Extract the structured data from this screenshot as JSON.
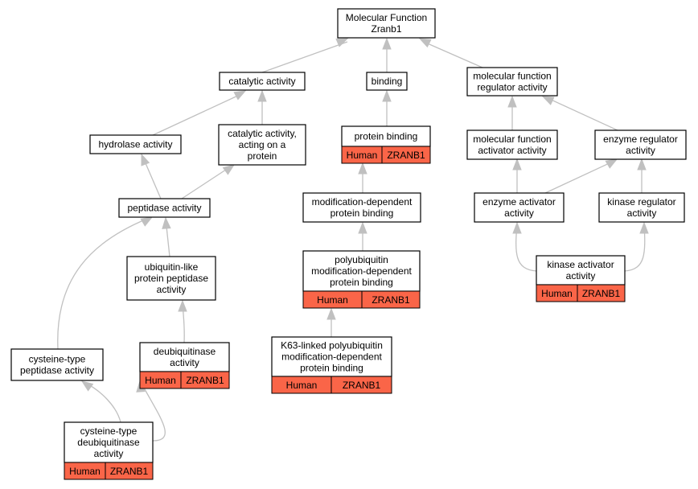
{
  "colors": {
    "annotation_fill": "#fa6548",
    "edge": "#c0c0c0",
    "node_border": "#000000",
    "node_fill": "#ffffff"
  },
  "nodes": [
    {
      "id": "mf-zranb1",
      "lines": [
        "Molecular Function",
        "Zranb1"
      ],
      "annotation": null
    },
    {
      "id": "catalytic-activity",
      "lines": [
        "catalytic activity"
      ],
      "annotation": null
    },
    {
      "id": "binding",
      "lines": [
        "binding"
      ],
      "annotation": null
    },
    {
      "id": "mf-regulator-activity",
      "lines": [
        "molecular function",
        "regulator activity"
      ],
      "annotation": null
    },
    {
      "id": "hydrolase-activity",
      "lines": [
        "hydrolase activity"
      ],
      "annotation": null
    },
    {
      "id": "catalytic-activity-protein",
      "lines": [
        "catalytic activity,",
        "acting on a",
        "protein"
      ],
      "annotation": null
    },
    {
      "id": "protein-binding",
      "lines": [
        "protein binding"
      ],
      "annotation": [
        "Human",
        "ZRANB1"
      ]
    },
    {
      "id": "mf-activator-activity",
      "lines": [
        "molecular function",
        "activator activity"
      ],
      "annotation": null
    },
    {
      "id": "enzyme-regulator-activity",
      "lines": [
        "enzyme regulator",
        "activity"
      ],
      "annotation": null
    },
    {
      "id": "peptidase-activity",
      "lines": [
        "peptidase activity"
      ],
      "annotation": null
    },
    {
      "id": "mod-dep-protein-binding",
      "lines": [
        "modification-dependent",
        "protein binding"
      ],
      "annotation": null
    },
    {
      "id": "enzyme-activator-activity",
      "lines": [
        "enzyme activator",
        "activity"
      ],
      "annotation": null
    },
    {
      "id": "kinase-regulator-activity",
      "lines": [
        "kinase regulator",
        "activity"
      ],
      "annotation": null
    },
    {
      "id": "ubl-protein-peptidase-activity",
      "lines": [
        "ubiquitin-like",
        "protein peptidase",
        "activity"
      ],
      "annotation": null
    },
    {
      "id": "polyub-mod-dep-protein-binding",
      "lines": [
        "polyubiquitin",
        "modification-dependent",
        "protein binding"
      ],
      "annotation": [
        "Human",
        "ZRANB1"
      ]
    },
    {
      "id": "kinase-activator-activity",
      "lines": [
        "kinase activator",
        "activity"
      ],
      "annotation": [
        "Human",
        "ZRANB1"
      ]
    },
    {
      "id": "deubiquitinase-activity",
      "lines": [
        "deubiquitinase",
        "activity"
      ],
      "annotation": [
        "Human",
        "ZRANB1"
      ]
    },
    {
      "id": "k63-polyub-mod-dep-protein-binding",
      "lines": [
        "K63-linked polyubiquitin",
        "modification-dependent",
        "protein binding"
      ],
      "annotation": [
        "Human",
        "ZRANB1"
      ]
    },
    {
      "id": "cysteine-type-peptidase-activity",
      "lines": [
        "cysteine-type",
        "peptidase activity"
      ],
      "annotation": null
    },
    {
      "id": "cysteine-type-deubiquitinase-activity",
      "lines": [
        "cysteine-type",
        "deubiquitinase",
        "activity"
      ],
      "annotation": [
        "Human",
        "ZRANB1"
      ]
    }
  ],
  "edges": [
    {
      "from": "catalytic-activity",
      "to": "mf-zranb1"
    },
    {
      "from": "binding",
      "to": "mf-zranb1"
    },
    {
      "from": "mf-regulator-activity",
      "to": "mf-zranb1"
    },
    {
      "from": "hydrolase-activity",
      "to": "catalytic-activity"
    },
    {
      "from": "catalytic-activity-protein",
      "to": "catalytic-activity"
    },
    {
      "from": "protein-binding",
      "to": "binding"
    },
    {
      "from": "mf-activator-activity",
      "to": "mf-regulator-activity"
    },
    {
      "from": "enzyme-regulator-activity",
      "to": "mf-regulator-activity"
    },
    {
      "from": "peptidase-activity",
      "to": "hydrolase-activity"
    },
    {
      "from": "peptidase-activity",
      "to": "catalytic-activity-protein"
    },
    {
      "from": "mod-dep-protein-binding",
      "to": "protein-binding"
    },
    {
      "from": "enzyme-activator-activity",
      "to": "mf-activator-activity"
    },
    {
      "from": "enzyme-activator-activity",
      "to": "enzyme-regulator-activity"
    },
    {
      "from": "kinase-regulator-activity",
      "to": "enzyme-regulator-activity"
    },
    {
      "from": "ubl-protein-peptidase-activity",
      "to": "peptidase-activity"
    },
    {
      "from": "polyub-mod-dep-protein-binding",
      "to": "mod-dep-protein-binding"
    },
    {
      "from": "kinase-activator-activity",
      "to": "enzyme-activator-activity"
    },
    {
      "from": "kinase-activator-activity",
      "to": "kinase-regulator-activity"
    },
    {
      "from": "deubiquitinase-activity",
      "to": "ubl-protein-peptidase-activity"
    },
    {
      "from": "k63-polyub-mod-dep-protein-binding",
      "to": "polyub-mod-dep-protein-binding"
    },
    {
      "from": "cysteine-type-peptidase-activity",
      "to": "peptidase-activity"
    },
    {
      "from": "cysteine-type-deubiquitinase-activity",
      "to": "cysteine-type-peptidase-activity"
    },
    {
      "from": "cysteine-type-deubiquitinase-activity",
      "to": "deubiquitinase-activity"
    }
  ]
}
